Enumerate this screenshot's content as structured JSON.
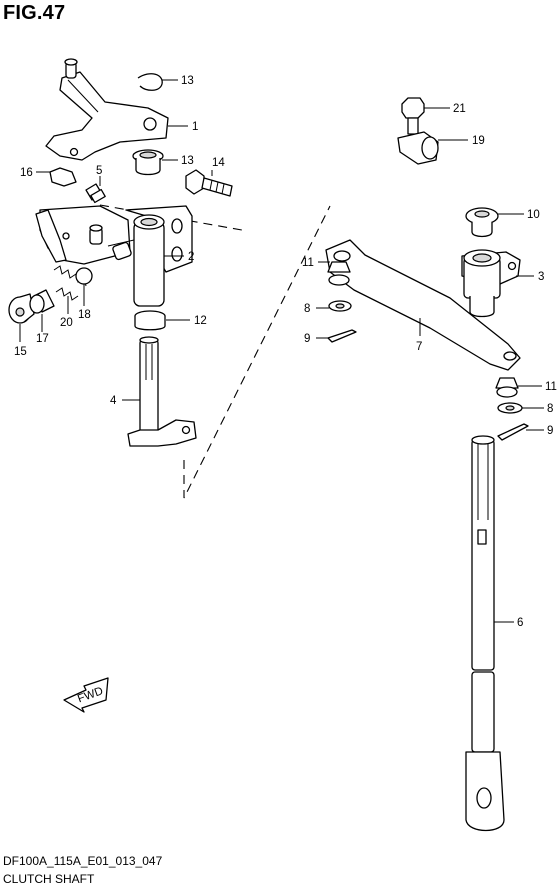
{
  "figure": {
    "title": "FIG.47",
    "code": "DF100A_115A_E01_013_047",
    "caption": "CLUTCH SHAFT",
    "direction_badge": "FWD"
  },
  "callouts": [
    {
      "id": "c1",
      "number": "1",
      "part": "clutch-lever-plate"
    },
    {
      "id": "c2",
      "number": "2",
      "part": "clutch-rod-bracket"
    },
    {
      "id": "c3",
      "number": "3",
      "part": "shaft-arm-boss"
    },
    {
      "id": "c4",
      "number": "4",
      "part": "clutch-shaft-upper"
    },
    {
      "id": "c5",
      "number": "5",
      "part": "grease-fitting"
    },
    {
      "id": "c6",
      "number": "6",
      "part": "clutch-shaft-lower"
    },
    {
      "id": "c7",
      "number": "7",
      "part": "clutch-link-rod"
    },
    {
      "id": "c8a",
      "number": "8",
      "part": "washer-left"
    },
    {
      "id": "c8b",
      "number": "8",
      "part": "washer-right"
    },
    {
      "id": "c9a",
      "number": "9",
      "part": "cotter-pin-left"
    },
    {
      "id": "c9b",
      "number": "9",
      "part": "cotter-pin-right"
    },
    {
      "id": "c10",
      "number": "10",
      "part": "bushing-cap"
    },
    {
      "id": "c11a",
      "number": "11",
      "part": "bushing-left"
    },
    {
      "id": "c11b",
      "number": "11",
      "part": "bushing-right"
    },
    {
      "id": "c12",
      "number": "12",
      "part": "lower-bushing"
    },
    {
      "id": "c13a",
      "number": "13",
      "part": "snap-ring"
    },
    {
      "id": "c13b",
      "number": "13",
      "part": "upper-bushing"
    },
    {
      "id": "c14",
      "number": "14",
      "part": "bolt"
    },
    {
      "id": "c15",
      "number": "15",
      "part": "plug-screw"
    },
    {
      "id": "c16",
      "number": "16",
      "part": "clip"
    },
    {
      "id": "c17",
      "number": "17",
      "part": "detent-housing"
    },
    {
      "id": "c18",
      "number": "18",
      "part": "ball"
    },
    {
      "id": "c19",
      "number": "19",
      "part": "clamp"
    },
    {
      "id": "c20",
      "number": "20",
      "part": "spring"
    },
    {
      "id": "c21",
      "number": "21",
      "part": "clamp-bolt"
    }
  ]
}
